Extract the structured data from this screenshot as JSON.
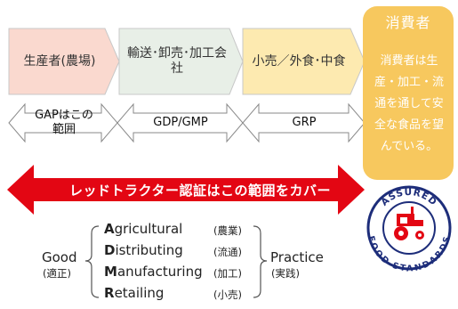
{
  "stages": [
    {
      "label": "生産者(農場)"
    },
    {
      "label": "輸送･卸売･加工会社"
    },
    {
      "label": "小売／外食･中食"
    }
  ],
  "scope_labels": [
    "GAPはこの範囲",
    "GDP/GMP",
    "GRP"
  ],
  "consumer": {
    "title": "消費者",
    "text": "消費者は生産・加工・流通を通して安全な食品を望んでいる。"
  },
  "red_tractor_banner": "レッドトラクター認証はこの範囲をカバー",
  "logo": {
    "top_text": "ASSURED",
    "bottom_text": "FOOD STANDARDS"
  },
  "gap_terms": [
    {
      "initial": "A",
      "rest": "gricultural",
      "ja": "(農業)"
    },
    {
      "initial": "D",
      "rest": "istributing",
      "ja": "(流通)"
    },
    {
      "initial": "M",
      "rest": "anufacturing",
      "ja": "(加工)"
    },
    {
      "initial": "R",
      "rest": "etailing",
      "ja": "(小売)"
    }
  ],
  "good": {
    "en": "Good",
    "ja": "(適正)"
  },
  "practice": {
    "en": "Practice",
    "ja": "(実践)"
  },
  "colors": {
    "stage1": "#fad9cf",
    "stage2": "#e8efe7",
    "stage3": "#fdeab0",
    "consumer": "#f7c85e",
    "arrow_red": "#e30613",
    "logo_blue": "#1d2d7a"
  }
}
